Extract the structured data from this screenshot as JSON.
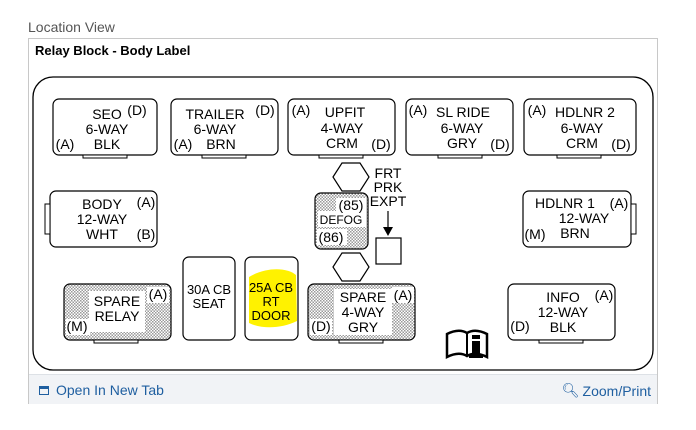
{
  "section_label": "Location View",
  "panel_title": "Relay Block - Body Label",
  "footer": {
    "open_tab_label": "Open In New Tab",
    "zoom_print_label": "Zoom/Print"
  },
  "colors": {
    "highlight": "#fff200",
    "link": "#1f5fa0",
    "stipple": "#c4c4c4"
  },
  "icons": {
    "info": "info-book-icon",
    "open_tab": "open-tab-icon",
    "zoom": "zoom-icon"
  },
  "components": {
    "seo": {
      "l1": "SEO",
      "l2": "6-WAY",
      "l3": "BLK",
      "tr": "(D)",
      "bl": "(A)"
    },
    "trailer": {
      "l1": "TRAILER",
      "l2": "6-WAY",
      "l3": "BRN",
      "tr": "(D)",
      "bl": "(A)"
    },
    "upfit": {
      "l1": "UPFIT",
      "l2": "4-WAY",
      "l3": "CRM",
      "tl": "(A)",
      "br": "(D)"
    },
    "slride": {
      "l1": "SL RIDE",
      "l2": "6-WAY",
      "l3": "GRY",
      "tl": "(A)",
      "br": "(D)"
    },
    "hdlnr2": {
      "l1": "HDLNR 2",
      "l2": "6-WAY",
      "l3": "CRM",
      "tl": "(A)",
      "br": "(D)"
    },
    "body": {
      "l1": "BODY",
      "l2": "12-WAY",
      "l3": "WHT",
      "tr": "(A)",
      "br": "(B)"
    },
    "defog": {
      "top": "(85)",
      "mid": "DEFOG",
      "bot": "(86)"
    },
    "frt": {
      "l1": "FRT",
      "l2": "PRK",
      "l3": "EXPT"
    },
    "hdlnr1": {
      "l1": "HDLNR 1",
      "tr": "(A)",
      "l2": "12-WAY",
      "l3": "BRN",
      "bl": "(M)"
    },
    "spare_relay": {
      "l1": "SPARE",
      "l2": "RELAY",
      "tr": "(A)",
      "bl": "(M)"
    },
    "cb30": {
      "l1": "30A CB",
      "l2": "SEAT"
    },
    "cb25": {
      "l1": "25A CB",
      "l2": "RT",
      "l3": "DOOR"
    },
    "spare4": {
      "l1": "SPARE",
      "l2": "4-WAY",
      "l3": "GRY",
      "tr": "(A)",
      "bl": "(D)"
    },
    "info": {
      "l1": "INFO",
      "l2": "12-WAY",
      "l3": "BLK",
      "tr": "(A)",
      "bl": "(D)"
    }
  }
}
